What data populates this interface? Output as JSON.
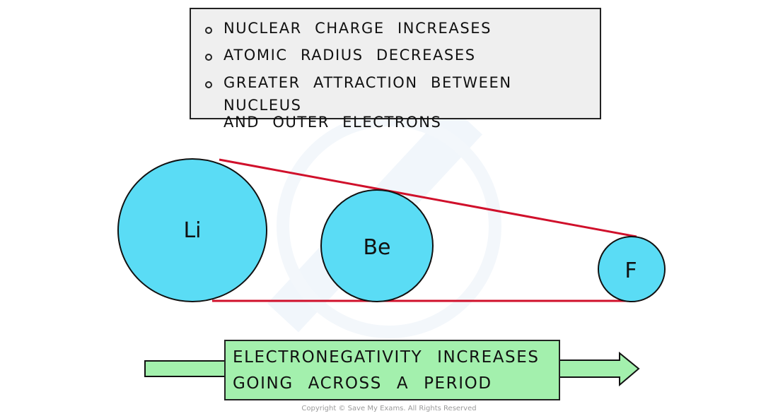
{
  "info_box": {
    "items": [
      {
        "icon": "bullet-circle",
        "lines": [
          "NUCLEAR  CHARGE  INCREASES"
        ]
      },
      {
        "icon": "bullet-circle",
        "lines": [
          "ATOMIC  RADIUS  DECREASES"
        ]
      },
      {
        "icon": "bullet-circle",
        "lines": [
          "GREATER  ATTRACTION  BETWEEN  NUCLEUS",
          "AND  OUTER  ELECTRONS"
        ]
      }
    ]
  },
  "atoms": [
    {
      "symbol": "Li",
      "relative_size": "large"
    },
    {
      "symbol": "Be",
      "relative_size": "medium"
    },
    {
      "symbol": "F",
      "relative_size": "small"
    }
  ],
  "colors": {
    "atom_fill": "#5adcf5",
    "trend_line": "#d0102b",
    "info_box_bg": "#efefef",
    "arrow_fill": "#a3f0ad",
    "outline": "#111111"
  },
  "trend_arrow": {
    "line1": "ELECTRONEGATIVITY  INCREASES",
    "line2": "GOING  ACROSS  A  PERIOD",
    "icon": "arrow-right"
  },
  "copyright": "Copyright © Save My Exams. All Rights Reserved"
}
